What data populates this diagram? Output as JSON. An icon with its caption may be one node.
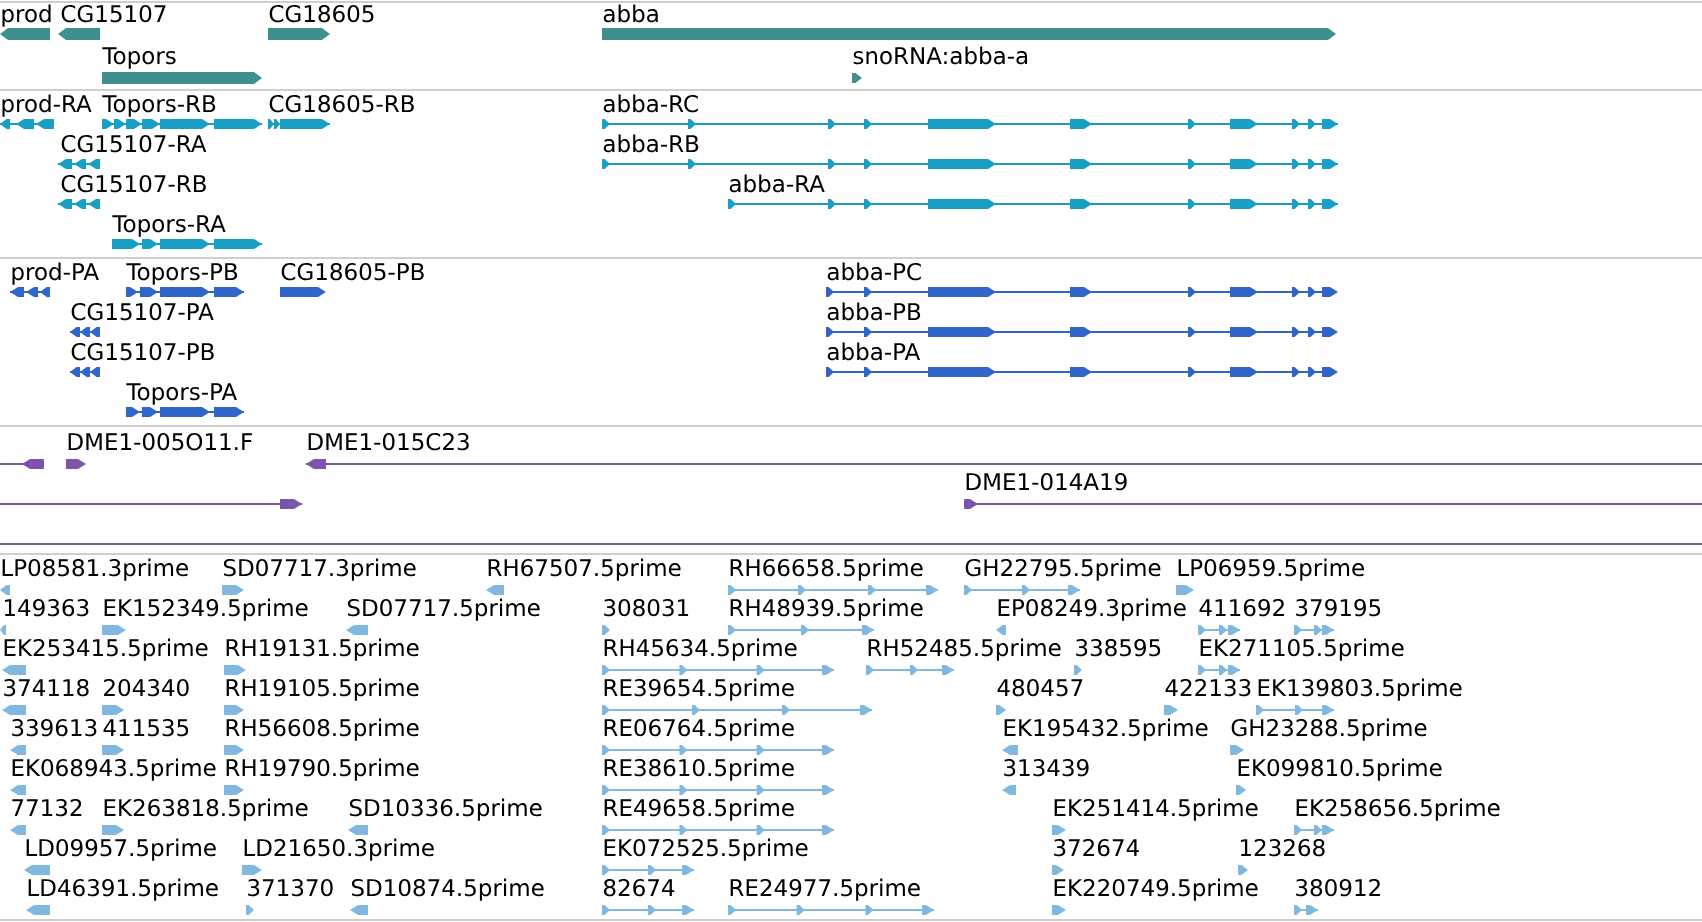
{
  "diagram": {
    "labels": [
      "prod",
      "CG15107",
      "CG18605",
      "abba",
      "Topors",
      "snoRNA:abba-a",
      "prod-RA",
      "Topors-RB",
      "CG18605-RB",
      "abba-RC",
      "CG15107-RA",
      "abba-RB",
      "CG15107-RB",
      "abba-RA",
      "Topors-RA",
      "prod-PA",
      "Topors-PB",
      "CG18605-PB",
      "abba-PC",
      "CG15107-PA",
      "abba-PB",
      "CG15107-PB",
      "abba-PA",
      "Topors-PA",
      "DME1-005O11.F",
      "DME1-015C23",
      "DME1-014A19",
      "LP08581.3prime",
      "SD07717.3prime",
      "RH67507.5prime",
      "RH66658.5prime",
      "GH22795.5prime",
      "LP06959.5prime",
      "149363",
      "EK152349.5prime",
      "SD07717.5prime",
      "308031",
      "RH48939.5prime",
      "EP08249.3prime",
      "411692",
      "379195",
      "EK253415.5prime",
      "RH19131.5prime",
      "RH45634.5prime",
      "RH52485.5prime",
      "338595",
      "EK271105.5prime",
      "374118",
      "204340",
      "RH19105.5prime",
      "RE39654.5prime",
      "480457",
      "422133",
      "EK139803.5prime",
      "339613",
      "411535",
      "RH56608.5prime",
      "RE06764.5prime",
      "EK195432.5prime",
      "GH23288.5prime",
      "EK068943.5prime",
      "RH19790.5prime",
      "RE38610.5prime",
      "313439",
      "EK099810.5prime",
      "77132",
      "EK263818.5prime",
      "SD10336.5prime",
      "RE49658.5prime",
      "EK251414.5prime",
      "EK258656.5prime",
      "LD09957.5prime",
      "LD21650.3prime",
      "EK072525.5prime",
      "372674",
      "123268",
      "LD46391.5prime",
      "371370",
      "SD10874.5prime",
      "82674",
      "RE24977.5prime",
      "EK220749.5prime",
      "380912"
    ]
  }
}
